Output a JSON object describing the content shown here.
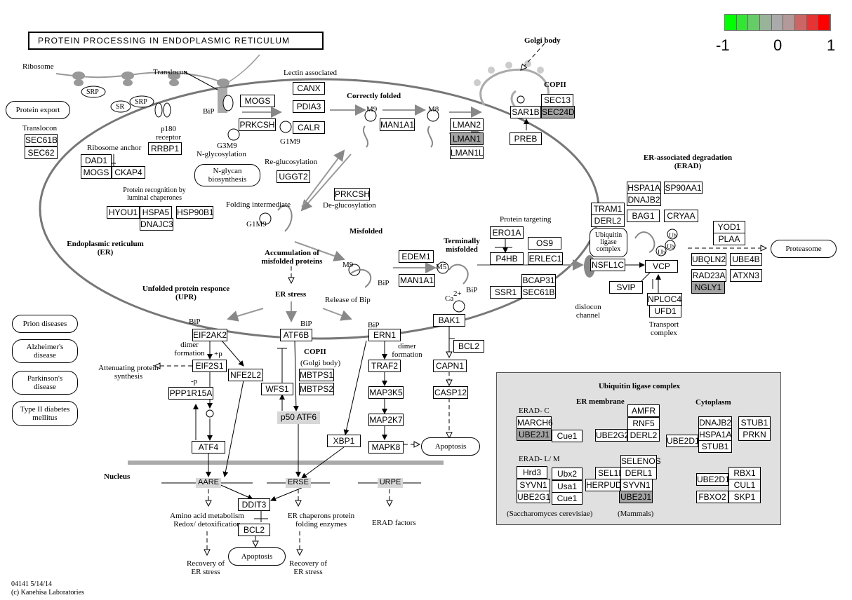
{
  "title": "PROTEIN PROCESSING IN ENDOPLASMIC RETICULUM",
  "legend": {
    "colors": [
      "#00ff00",
      "#33e633",
      "#66cc66",
      "#99b399",
      "#aaaaaa",
      "#b39999",
      "#cc6666",
      "#e63333",
      "#ff0000"
    ],
    "min": "-1",
    "mid": "0",
    "max": "1"
  },
  "labels": {
    "ribosome": "Ribosome",
    "translocon": "Translocon",
    "translocon2": "Translocon",
    "srp": "SRP",
    "sr": "SR",
    "srp2": "SRP",
    "p180": "p180 receptor",
    "ribosome_anchor": "Ribosome anchor",
    "bip": "BiP",
    "g3m9": "G3M9",
    "n_glyco": "N-glycosylation",
    "lectin": "Lectin associated",
    "g1m9": "G1M9",
    "correctly": "Correctly folded",
    "m9": "M9",
    "m8": "M8",
    "golgi": "Golgi body",
    "copii": "COPII",
    "reglu": "Re-glucosylation",
    "folding_int": "Folding intermediate",
    "deglu": "De-glucosylation",
    "g1m9b": "G1M9",
    "recognition": "Protein recognition by luminal chaperones",
    "er": "Endoplasmic reticulum (ER)",
    "misfolded": "Misfolded",
    "accumulation": "Accumulation of misfolded proteins",
    "m9b": "M9",
    "bip2": "BiP",
    "m5": "M5",
    "bip3": "BiP",
    "targeting": "Protein targeting",
    "terminally": "Terminally misfolded",
    "ca": "Ca",
    "ca2": "2+",
    "erad": "ER-associated degradation (ERAD)",
    "dislocon": "dislocon channel",
    "transport": "Transport complex",
    "upr": "Unfolded protein responce (UPR)",
    "stress": "ER stress",
    "release": "Release of Bip",
    "bip4": "BiP",
    "bip5": "BiP",
    "bip6": "BiP",
    "dimer1": "dimer formation",
    "p": "+p",
    "minusp": "-p",
    "attenuating": "Attenuating protein synthesis",
    "copii2": "COPII",
    "golgi2": "(Golgi body)",
    "dimer2": "dimer formation",
    "nucleus": "Nucleus",
    "aare": "AARE",
    "erse": "ERSE",
    "urpe": "URPE",
    "amino": "Amino acid  metabolism Redox/ detoxification",
    "chaperons": "ER chaperons protein folding enzymes",
    "erad_factors": "ERAD factors",
    "recovery1": "Recovery of ER stress",
    "recovery2": "Recovery of ER stress",
    "footer1": "04141 5/14/14",
    "footer2": "(c) Kanehisa Laboratories",
    "ub": "Ub",
    "ubiq_ligase": "Ubiquitin ligase complex"
  },
  "pills": {
    "protein_export": "Protein export",
    "nglycan": "N-glycan biosynthesis",
    "proteasome": "Proteasome",
    "apoptosis1": "Apoptosis",
    "apoptosis2": "Apoptosis",
    "prion": "Prion diseases",
    "alzheimer": "Alzheimer's disease",
    "parkinson": "Parkinson's disease",
    "diabetes": "Type II diabetes mellitus"
  },
  "genes": {
    "sec61b": "SEC61B",
    "sec62": "SEC62",
    "rrbp1": "RRBP1",
    "dad1": "DAD1",
    "mogs": "MOGS",
    "ckap4": "CKAP4",
    "mogs2": "MOGS",
    "prkcsh": "PRKCSH",
    "canx": "CANX",
    "pdia3": "PDIA3",
    "calr": "CALR",
    "man1a1": "MAN1A1",
    "lman2": "LMAN2",
    "lman1": "LMAN1",
    "lman1l": "LMAN1L",
    "sec13": "SEC13",
    "sar1b": "SAR1B",
    "sec24d": "SEC24D",
    "preb": "PREB",
    "ugtt2": "UGGT2",
    "prkcsh2": "PRKCSH",
    "hyou1": "HYOU1",
    "hspa5": "HSPA5",
    "hsp90b1": "HSP90B1",
    "dnajc3": "DNAJC3",
    "edem1": "EDEM1",
    "man1a1b": "MAN1A1",
    "ero1a": "ERO1A",
    "p4hb": "P4HB",
    "os9": "OS9",
    "erlec1": "ERLEC1",
    "bcap31": "BCAP31",
    "ssr1": "SSR1",
    "sec61b2": "SEC61B",
    "hspa1a": "HSPA1A",
    "sp90aa1": "SP90AA1",
    "dnajb2": "DNAJB2",
    "bag1": "BAG1",
    "cryaa": "CRYAA",
    "tram1": "TRAM1",
    "derl2": "DERL2",
    "ubligase": "Ubiquitin ligase complex",
    "nsfl1c": "NSFL1C",
    "vcp": "VCP",
    "svip": "SVIP",
    "nploc4": "NPLOC4",
    "ufd1": "UFD1",
    "yod1": "YOD1",
    "plaa": "PLAA",
    "ubqln2": "UBQLN2",
    "ube4b": "UBE4B",
    "rad23a": "RAD23A",
    "atxn3": "ATXN3",
    "ngly1": "NGLY1",
    "eif2ak2": "EIF2AK2",
    "eif2s1": "EIF2S1",
    "ppp1r15a": "PPP1R15A",
    "atf4": "ATF4",
    "nfe2l2": "NFE2L2",
    "atf6b": "ATF6B",
    "wfs1": "WFS1",
    "mbtps1": "MBTPS1",
    "mbtps2": "MBTPS2",
    "p50atf6": "p50 ATF6",
    "ern1": "ERN1",
    "traf2": "TRAF2",
    "map3k5": "MAP3K5",
    "map2k7": "MAP2K7",
    "mapk8": "MAPK8",
    "xbp1": "XBP1",
    "bak1": "BAK1",
    "bcl2": "BCL2",
    "capn1": "CAPN1",
    "casp12": "CASP12",
    "ddit3": "DDIT3",
    "bcl2b": "BCL2"
  },
  "ubiquitin_panel": {
    "title": "Ubiquitin ligase complex",
    "er_membrane": "ER membrane",
    "cytoplasm": "Cytoplasm",
    "erad_c": "ERAD- C",
    "erad_lm": "ERAD- L/ M",
    "yeast": "(Saccharomyces cerevisiae)",
    "mammals": "(Mammals)",
    "march6": "MARCH6",
    "ube2j1": "UBE2J1",
    "cue1": "Cue1",
    "amfr": "AMFR",
    "rnf5": "RNF5",
    "ube2g2": "UBE2G2",
    "derl2": "DERL2",
    "dnajb2": "DNAJB2",
    "hspa1a": "HSPA1A",
    "stub1": "STUB1",
    "ube2d1": "UBE2D1",
    "stub1b": "STUB1",
    "stub1c": "STUB1",
    "prkn": "PRKN",
    "hrd3": "Hrd3",
    "ubx2": "Ubx2",
    "syvn1": "SYVN1",
    "usa1": "Usa1",
    "ube2g1": "UBE2G1",
    "cue1b": "Cue1",
    "selenos": "SELENOS",
    "sel1l": "SEL1L",
    "derl1": "DERL1",
    "herpud1": "HERPUD1",
    "syvn1b": "SYVN1",
    "ube2j1b": "UBE2J1",
    "rbx1": "RBX1",
    "ube2d1b": "UBE2D1",
    "cul1": "CUL1",
    "fbxo2": "FBXO2",
    "skp1": "SKP1"
  }
}
